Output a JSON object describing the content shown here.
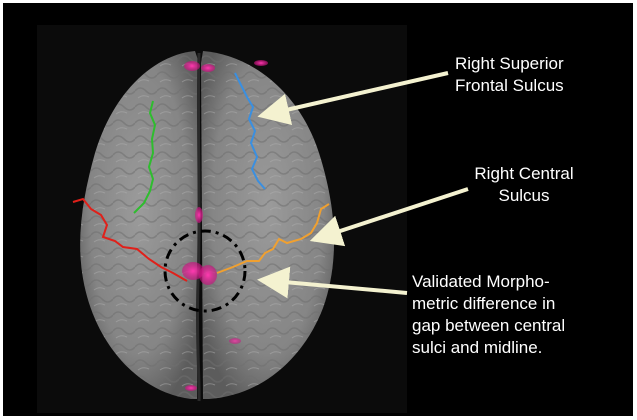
{
  "image": {
    "background": "#000000",
    "brain_color": "#8a8a8a",
    "highlight_color": "#e0209a",
    "sulci": [
      {
        "name": "left-superior-frontal",
        "color": "#2ebd2e"
      },
      {
        "name": "right-superior-frontal",
        "color": "#3a8fe0"
      },
      {
        "name": "left-central",
        "color": "#e0201a"
      },
      {
        "name": "right-central",
        "color": "#f0a030"
      }
    ],
    "arrow_color": "#f4f2d0"
  },
  "callouts": {
    "superior_frontal": {
      "line1": "Right Superior",
      "line2": "Frontal Sulcus"
    },
    "central": {
      "line1": "Right Central",
      "line2": "Sulcus"
    },
    "morphometric": {
      "line1": "Validated Morpho-",
      "line2": "metric difference in",
      "line3": "gap between central",
      "line4": "sulci and midline."
    }
  }
}
